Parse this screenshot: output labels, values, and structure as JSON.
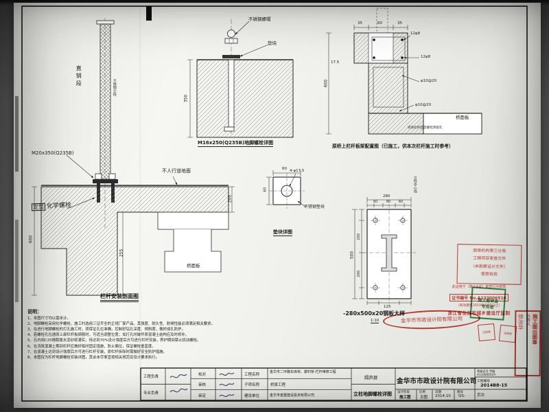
{
  "panelA": {
    "post_vertical_label": "直销段",
    "post_side_label": "不锈钢立柱",
    "anchor_spec": "M20x350(Q235B)",
    "ground_label": "不人行道地面",
    "chem_prefix": "定型",
    "chem_label": "化学螺栓",
    "deck_label": "桥面板",
    "dim_600": "600",
    "dim_255": "255",
    "dim_200": "200",
    "caption": "栏杆安装剖面图"
  },
  "panelB": {
    "nut_label": "不锈钢螺帽",
    "pad_label": "垫块",
    "dim_350": "350",
    "caption": "M16x250(Q235B)地脚螺栓详图"
  },
  "panelC": {
    "dim_35a": "35",
    "dim_60": "60",
    "dim_35b": "35",
    "dim_600": "600",
    "dim_175": "17.5",
    "rebar1": "12φ8",
    "rebar2": "12φ8",
    "stirrup1": "φ10@20",
    "stirrup2": "φ10@20",
    "deck_label": "桥面板",
    "hole_note": "桥梁栏杆固定螺栓预留孔",
    "caption": "原桥上栏杆板架配置图（已施工，供本次栏杆施工时参考）"
  },
  "panelD": {
    "dim_top": "60",
    "dim_left": "60",
    "hole_label": "4-φ17.5",
    "pad_label": "不锈钢垫块",
    "caption": "垫块详图"
  },
  "panelE": {
    "dim_280": "280",
    "dim_60a": "60",
    "dim_80": "80",
    "dim_60b": "60",
    "dim_500": "500",
    "dim_200a": "200",
    "dim_200b": "200",
    "dim_125": "125",
    "side_label": "立柱中心线",
    "caption": "-280x500x20钢板大样",
    "scale": "1:10"
  },
  "notes": {
    "title": "说明：",
    "items": [
      "1、本图尺寸均以毫米计。",
      "2、地脚螺栓采用化学螺栓，施工时选用三证齐全的正规厂家产品，其强度、耐久性、耐候性能必须满足相关要求。",
      "3、在进行地脚螺栓的打孔施工时，须保证孔位准确，控制好钻孔深度、倾斜度，做好成孔防护。",
      "4、若螺栓孔位遇原上部栏杆板钢筋时，可适当调整位置；如打孔时破坏原混凝土结构应及时修补。",
      "5、孔内用C25微膨胀水泥砂浆灌实，待达到70%设计强度后方可进行栏杆安装，养护期间禁止扰动螺栓。",
      "6、在浇筑混凝土期间栏杆应做好临时固定措施，防止偏位，保证螺栓垂直度。",
      "7、在混凝土达到设计强度后方可进行栏杆安装，原栏杆拆除时需做好安全防护措施。",
      "8、本图仅为栏杆地脚螺栓安装详图，其余未尽事宜按相关规范及设计要求执行。"
    ]
  },
  "stamps": {
    "oval_institute": "金华市市政设计院有限公司",
    "review_lines": [
      "图审机构第三分局",
      "工程项目审查文件",
      "（本勘察设计文件）",
      "使用有效"
    ],
    "cert_line1": "此证用于（建工A证）审查行为有效",
    "cert_line2": "证书编号 No.A233006516",
    "cert_line3": "（有效期至2019年6月5日止）",
    "cert_line4": "浙江省住房和城乡建设厅监制",
    "green_line1": "施工图审查",
    "green_line2": "专用章",
    "release_title": "施工图出图章",
    "release_role": "负责人",
    "release_name": "徐汝华",
    "seal1": "注册章",
    "seal2": "注册章"
  },
  "titleblock": {
    "role1": "工程负责",
    "role2": "专业负责",
    "check1": "校对",
    "check2": "审核",
    "check3": "审定",
    "f1_label": "工程名称",
    "f1_value": "金华市二环路车库桥、康村桥 栏杆维修工程",
    "f2_label": "子项名称",
    "f2_value": "桥梁工程",
    "f3_label": "建设单位",
    "f3_value": "金华市金整建设投资有限公司",
    "group_name": "隔声屏",
    "drawing_title": "立柱地脚螺栓详图",
    "institute": "金华市市政设计院有限公司",
    "stage_label": "设计阶段",
    "stage_value": "施工图",
    "scale_label": "比例",
    "scale_value": "见图",
    "date_label": "日期",
    "date_value": "2014.10",
    "no_label": "图号",
    "no_value": "QS-",
    "cert_l1": "等级证号 甲级",
    "cert_l2": "A133000519",
    "projno_label": "工程编号",
    "projno_value": "2014B8-15",
    "page_label": "页次"
  }
}
